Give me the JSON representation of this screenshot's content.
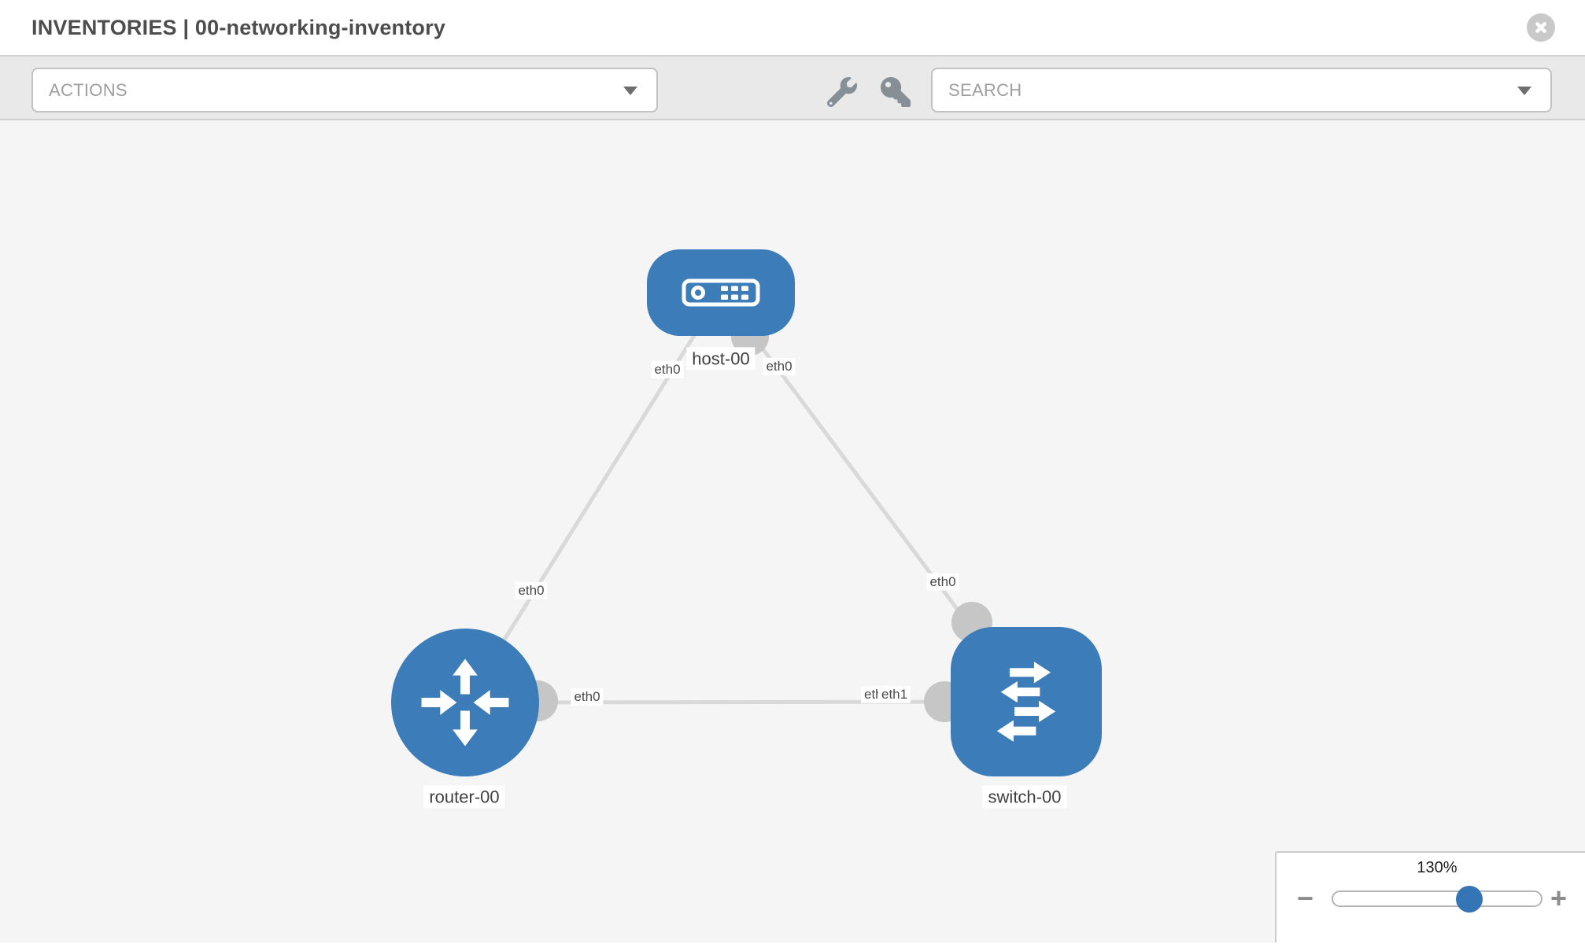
{
  "header": {
    "title": "INVENTORIES | 00-networking-inventory"
  },
  "toolbar": {
    "actions_label": "ACTIONS",
    "search_label": "SEARCH",
    "icons": [
      "wrench-icon",
      "key-icon"
    ]
  },
  "topology": {
    "nodes": [
      {
        "label": "host-00",
        "type": "host"
      },
      {
        "label": "router-00",
        "type": "router"
      },
      {
        "label": "switch-00",
        "type": "switch"
      }
    ],
    "links": [
      {
        "from": "host-00",
        "to": "router-00",
        "from_iface": "eth0",
        "to_iface": "eth0"
      },
      {
        "from": "host-00",
        "to": "switch-00",
        "from_iface": "eth0",
        "to_iface": "eth0"
      },
      {
        "from": "router-00",
        "to": "switch-00",
        "from_iface": "eth0",
        "to_iface": "eth1"
      }
    ],
    "iface_labels": {
      "host_left": "eth0",
      "host_right": "eth0",
      "router_top": "eth0",
      "switch_top": "eth0",
      "router_right": "eth0",
      "switch_left_under": "eth0",
      "switch_left": "eth1"
    }
  },
  "zoom_control": {
    "value": "130%",
    "minus_label": "−",
    "plus_label": "+"
  },
  "colors": {
    "node_blue": "#3b7cb9",
    "link_gray": "#d9d9d9",
    "port_gray": "#c6c6c6",
    "icon_gray": "#868e96"
  }
}
